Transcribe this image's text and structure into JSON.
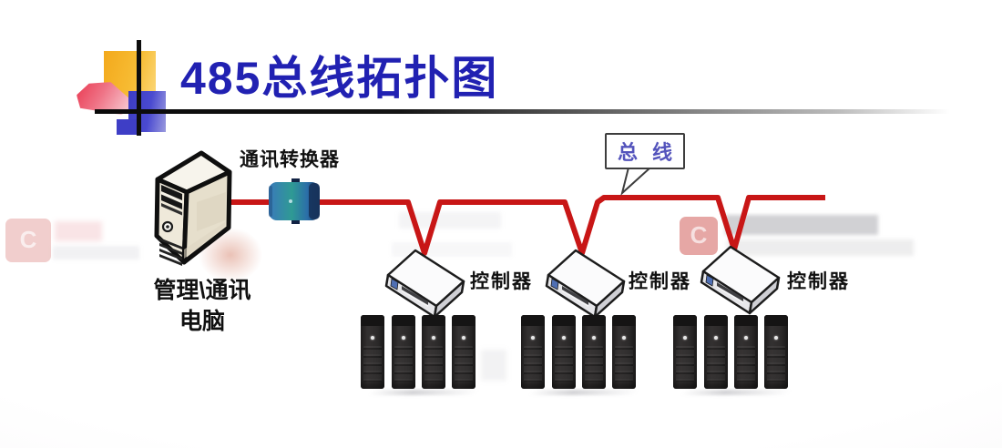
{
  "slide_title": "485总线拓扑图",
  "labels": {
    "converter": "通讯转换器",
    "computer_line1": "管理\\通讯",
    "computer_line2": "电脑",
    "bus_callout": "总 线",
    "bus_callout_chars": [
      "总",
      "线"
    ]
  },
  "controllers": [
    {
      "label": "控制器"
    },
    {
      "label": "控制器"
    },
    {
      "label": "控制器"
    }
  ],
  "diagram": {
    "type": "bus-topology",
    "bus_color": "#c81616",
    "title_color": "#2121b2",
    "callout_text_color": "#5454bc",
    "controller_count": 3,
    "devices_per_controller": 4
  }
}
